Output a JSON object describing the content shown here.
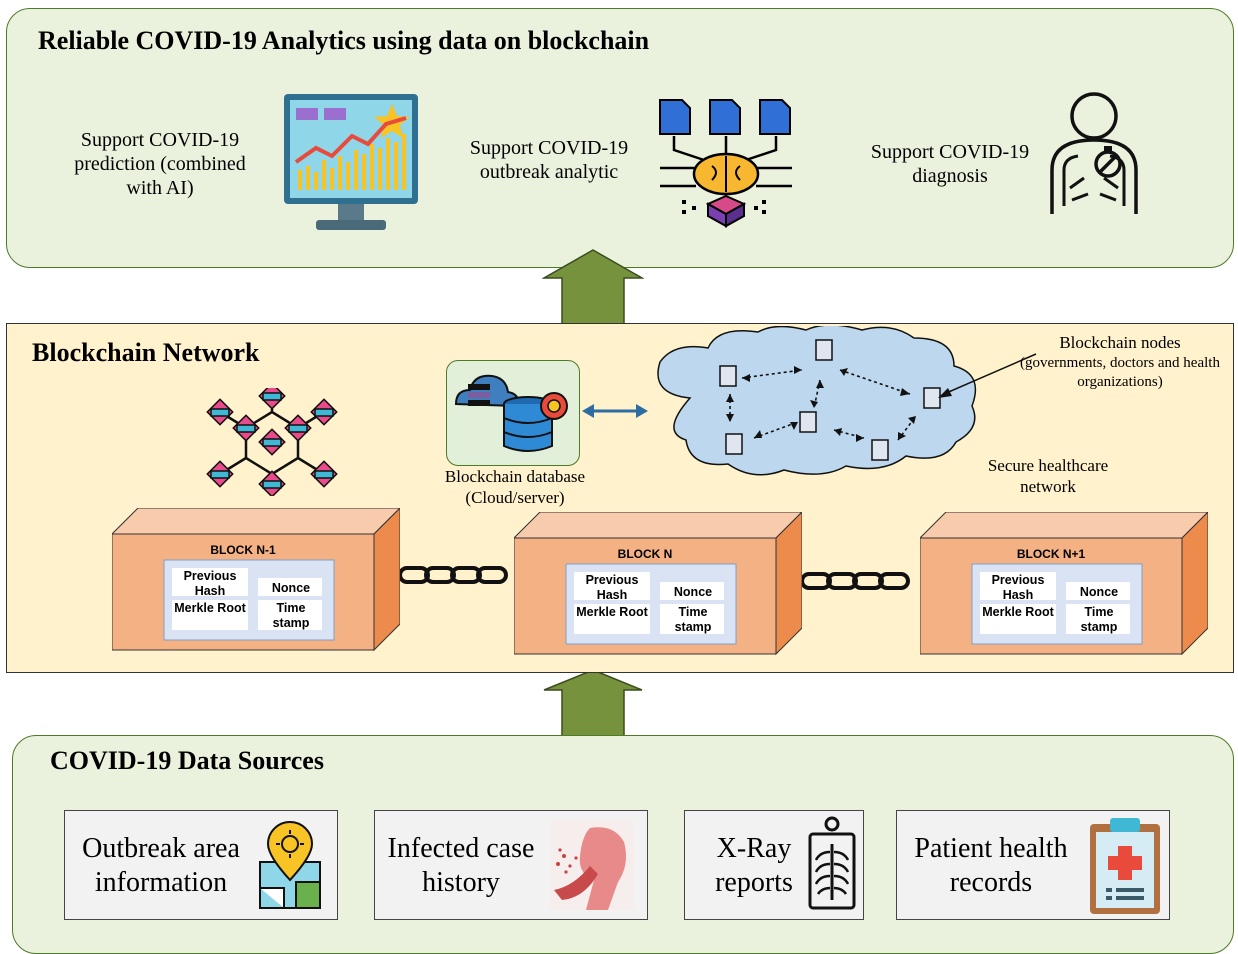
{
  "top": {
    "title": "Reliable COVID-19 Analytics using data on blockchain",
    "items": [
      {
        "text": "Support COVID-19 prediction (combined with AI)"
      },
      {
        "text": "Support COVID-19 outbreak analytic"
      },
      {
        "text": "Support COVID-19 diagnosis"
      }
    ]
  },
  "middle": {
    "title": "Blockchain Network",
    "database_label": "Blockchain database (Cloud/server)",
    "nodes_label": "Blockchain nodes",
    "nodes_sublabel": "(governments, doctors and health organizations)",
    "network_label": "Secure healthcare network",
    "blocks": [
      {
        "title": "BLOCK N-1",
        "fields": [
          "Previous Hash",
          "Nonce",
          "Merkle Root",
          "Time stamp"
        ]
      },
      {
        "title": "BLOCK N",
        "fields": [
          "Previous Hash",
          "Nonce",
          "Merkle Root",
          "Time stamp"
        ]
      },
      {
        "title": "BLOCK N+1",
        "fields": [
          "Previous Hash",
          "Nonce",
          "Merkle Root",
          "Time stamp"
        ]
      }
    ]
  },
  "bottom": {
    "title": "COVID-19 Data Sources",
    "sources": [
      {
        "text": "Outbreak area information",
        "icon": "map-pin-virus-icon"
      },
      {
        "text": "Infected case history",
        "icon": "coughing-person-icon"
      },
      {
        "text": "X-Ray reports",
        "icon": "xray-icon"
      },
      {
        "text": "Patient health records",
        "icon": "clipboard-medical-icon"
      }
    ]
  },
  "colors": {
    "green_panel": "#eaf1dd",
    "yellow_panel": "#fff2cc",
    "arrow": "#76923c",
    "block": "#f4b183",
    "block_dark": "#ed8b4d"
  }
}
